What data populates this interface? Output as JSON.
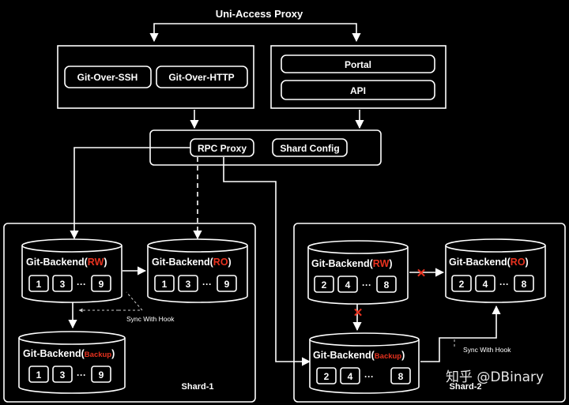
{
  "top_label": "Uni-Access Proxy",
  "git_ssh": "Git-Over-SSH",
  "git_http": "Git-Over-HTTP",
  "portal": "Portal",
  "api": "API",
  "rpc_proxy": "RPC Proxy",
  "shard_config": "Shard Config",
  "backend_prefix": "Git-Backend(",
  "backend_suffix": ")",
  "rw": "RW",
  "ro": "RO",
  "backup": "Backup",
  "ellipsis": "···",
  "shard1": {
    "label": "Shard-1",
    "rw_cells": [
      "1",
      "3",
      "9"
    ],
    "ro_cells": [
      "1",
      "3",
      "9"
    ],
    "backup_cells": [
      "1",
      "3",
      "9"
    ]
  },
  "shard2": {
    "label": "Shard-2",
    "rw_cells": [
      "2",
      "4",
      "8"
    ],
    "ro_cells": [
      "2",
      "4",
      "8"
    ],
    "backup_cells": [
      "2",
      "4",
      "8"
    ]
  },
  "sync_label": "Sync With Hook",
  "blocked_mark": "✕",
  "watermark": "知乎 @DBinary"
}
